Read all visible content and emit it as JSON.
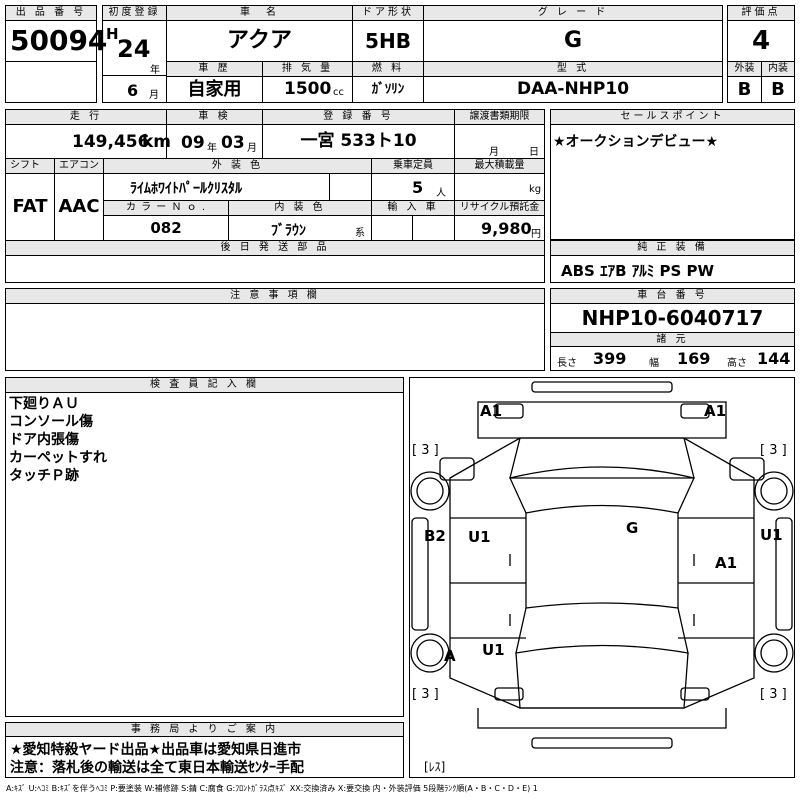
{
  "top": {
    "lot_label": "出 品 番 号",
    "lot_number": "50094",
    "first_reg_label": "初度登録",
    "era": "H",
    "year": "24",
    "year_unit": "年",
    "month": "6",
    "month_unit": "月",
    "car_name_label": "車　名",
    "car_name": "アクア",
    "door_label": "ドア形状",
    "door": "5HB",
    "grade_label": "グ レ ー ド",
    "grade": "G",
    "score_label": "評価点",
    "score": "4",
    "history_label": "車 歴",
    "history": "自家用",
    "displacement_label": "排 気 量",
    "displacement": "1500",
    "displacement_unit": "cc",
    "fuel_label": "燃 料",
    "fuel": "ｶﾞｿﾘﾝ",
    "model_label": "型 式",
    "model": "DAA-NHP10",
    "exterior_label": "外装",
    "exterior": "B",
    "interior_label": "内装",
    "interior": "B"
  },
  "mid": {
    "mileage_label": "走 行",
    "mileage": "149,456",
    "mileage_unit": "km",
    "inspection_label": "車 検",
    "insp_year": "09",
    "insp_year_unit": "年",
    "insp_month": "03",
    "insp_month_unit": "月",
    "reg_label": "登 録 番 号",
    "reg_number": "一宮 533ト10",
    "transfer_label": "譲渡書類期限",
    "transfer_month_unit": "月",
    "transfer_day_unit": "日",
    "shift_label": "シフト",
    "shift": "FAT",
    "ac_label": "エアコン",
    "ac": "AAC",
    "color_label": "外 装 色",
    "color": "ﾗｲﾑﾎﾜｲﾄﾊﾟｰﾙｸﾘｽﾀﾙ",
    "capacity_label": "乗車定員",
    "capacity": "5",
    "capacity_unit": "人",
    "max_load_label": "最大積載量",
    "max_load_unit": "kg",
    "color_no_label": "カ ラ ー Ｎ ｏ .",
    "color_no": "082",
    "interior_color_label": "内 装 色",
    "interior_color": "ﾌﾞﾗｳﾝ",
    "interior_color_suffix": "系",
    "import_label": "輸 入 車",
    "recycle_label": "リサイクル預託金",
    "recycle": "9,980",
    "recycle_unit": "円",
    "later_parts_label": "後 日 発 送 部 品",
    "notes_label": "注 意 事 項 欄",
    "sales_point_label": "セールスポイント",
    "sales_point": "★オークションデビュー★",
    "equipment_label": "純 正 装 備",
    "equipment": "ABS ｴｱB ｱﾙﾐ PS PW",
    "chassis_label": "車 台 番 号",
    "chassis": "NHP10-6040717",
    "specs_label": "諸 元",
    "length_label": "長さ",
    "length": "399",
    "width_label": "幅",
    "width": "169",
    "height_label": "高さ",
    "height": "144"
  },
  "inspector": {
    "label": "検 査 員 記 入 欄",
    "lines": [
      "下廻りＡＵ",
      "コンソール傷",
      "ドア内張傷",
      "カーペットすれ",
      "タッチＰ跡"
    ]
  },
  "office": {
    "label": "事 務 局 よ り ご 案 内",
    "line1": "★愛知特殺ヤード出品★出品車は愛知県日進市",
    "line2": "注意：落札後の輸送は全て東日本輸送ｾﾝﾀｰ手配"
  },
  "diagram": {
    "marks": {
      "a1_left": "A1",
      "a1_right": "A1",
      "b2": "B2",
      "u1_left_door": "U1",
      "u1_right": "U1",
      "u1_left_rear": "U1",
      "g": "G",
      "a1_right_door": "A1",
      "a_circle": "A",
      "br_tl": "[ 3 ]",
      "br_tr": "[ 3 ]",
      "br_bl": "[ 3 ]",
      "br_br": "[ 3 ]",
      "resu": "[ﾚｽ]"
    }
  },
  "legend": "A:ｷｽﾞ U:ﾍｺﾐ B:ｷｽﾞを伴うﾍｺﾐ P:要塗装 W:補修跡 S:錆 C:腐食 G:ﾌﾛﾝﾄｶﾞﾗｽ点ｷｽﾞ XX:交換済み X:要交換 内・外装評価 5段階ﾗﾝｸ順(A・B・C・D・E) 1"
}
